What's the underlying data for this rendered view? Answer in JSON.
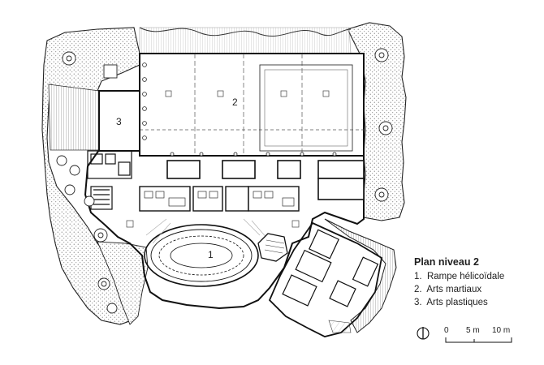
{
  "legend": {
    "title": "Plan niveau 2",
    "items": [
      {
        "num": "1.",
        "text": "Rampe hélicoïdale"
      },
      {
        "num": "2.",
        "text": "Arts martiaux"
      },
      {
        "num": "3.",
        "text": "Arts plastiques"
      }
    ]
  },
  "rooms": {
    "r1": "1",
    "r2": "2",
    "r3": "3"
  },
  "scale": {
    "t0": "0",
    "t5": "5 m",
    "t10": "10 m"
  },
  "icons": {
    "north": "north-arrow-icon",
    "trees": "tree-symbol-icon"
  }
}
